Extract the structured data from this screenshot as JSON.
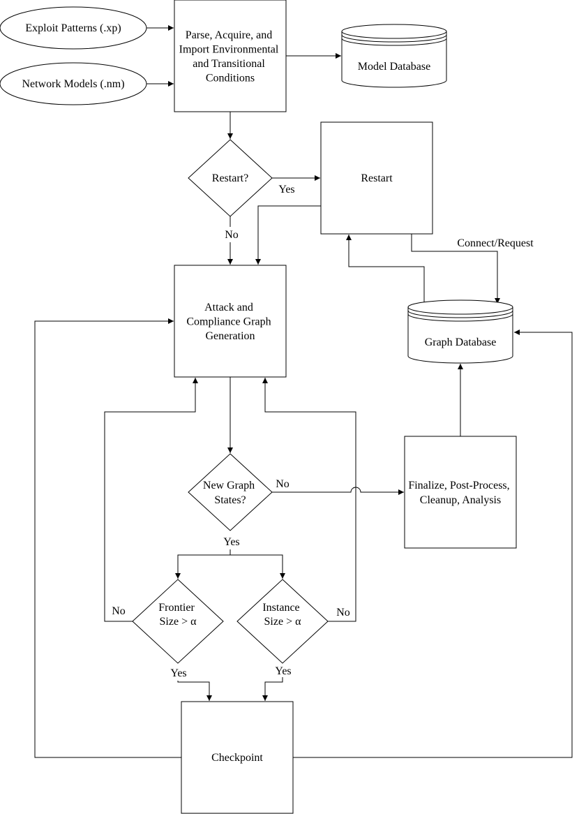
{
  "nodes": {
    "exploit_patterns": "Exploit Patterns (.xp)",
    "network_models": "Network Models (.nm)",
    "parse_import": [
      "Parse, Acquire, and",
      "Import Environmental",
      "and Transitional",
      "Conditions"
    ],
    "model_database": "Model Database",
    "restart_decision": "Restart?",
    "restart": "Restart",
    "generation": [
      "Attack and",
      "Compliance Graph",
      "Generation"
    ],
    "graph_database": "Graph Database",
    "new_states_decision": [
      "New Graph",
      "States?"
    ],
    "finalize": [
      "Finalize, Post-Process,",
      "Cleanup, Analysis"
    ],
    "frontier_decision": [
      "Frontier",
      "Size > α"
    ],
    "instance_decision": [
      "Instance",
      "Size > α"
    ],
    "checkpoint": "Checkpoint"
  },
  "edge_labels": {
    "restart_yes": "Yes",
    "restart_no": "No",
    "connect_request": "Connect/Request",
    "new_states_no": "No",
    "new_states_yes": "Yes",
    "frontier_no": "No",
    "instance_no": "No",
    "frontier_yes": "Yes",
    "instance_yes": "Yes"
  },
  "colors": {
    "stroke": "#000000",
    "fill": "#ffffff"
  }
}
